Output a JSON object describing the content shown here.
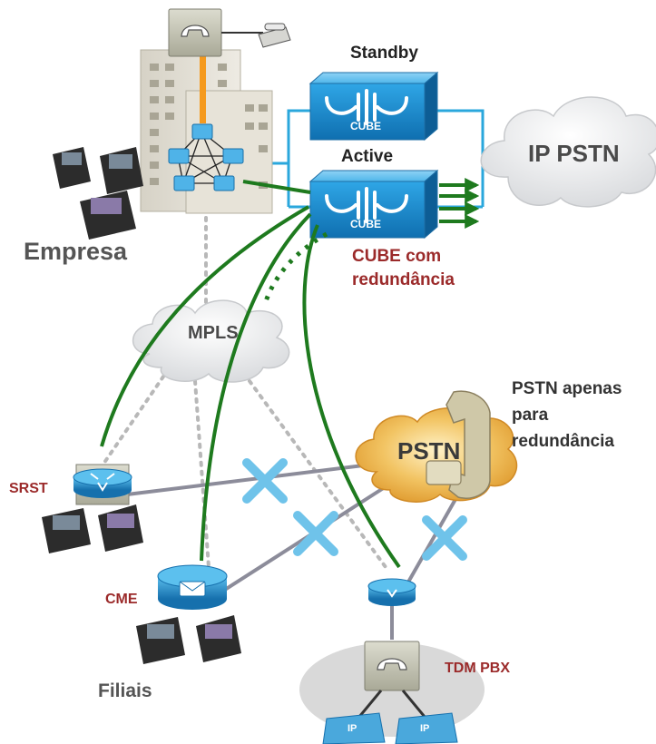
{
  "labels": {
    "standby": "Standby",
    "active": "Active",
    "cube_standby": "CUBE",
    "cube_active": "CUBE",
    "ip_pstn": "IP PSTN",
    "empresa": "Empresa",
    "cube_redundancy_line1": "CUBE com",
    "cube_redundancy_line2": "redundância",
    "mpls": "MPLS",
    "pstn": "PSTN",
    "pstn_note_line1": "PSTN apenas",
    "pstn_note_line2": "para",
    "pstn_note_line3": "redundância",
    "srst": "SRST",
    "cme": "CME",
    "filiais": "Filiais",
    "tdm_pbx": "TDM PBX",
    "ip_phone_1": "IP",
    "ip_phone_2": "IP"
  },
  "colors": {
    "sip_trunk": "#1e7a1e",
    "cube_blue": "#1a8fd0",
    "link_blue": "#2aa7dc",
    "cross": "#6fc3ea",
    "label_red": "#9b2a2a",
    "pstn_cloud": "#e9a93c",
    "router_blue": "#1f87c4"
  },
  "icons": [
    "building-icon",
    "ip-phone-icon",
    "cube-icon",
    "cloud-icon",
    "router-icon",
    "pbx-icon",
    "cross-icon"
  ]
}
